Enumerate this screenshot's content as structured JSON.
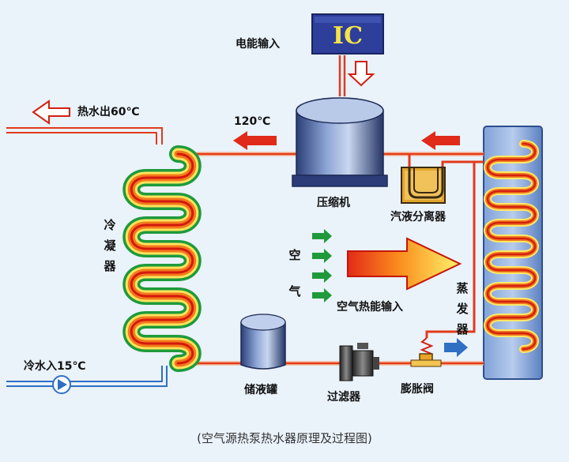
{
  "labels": {
    "power_input": "电能输入",
    "ic": "IC",
    "hot_water_out": "热水出60℃",
    "temp_120": "120℃",
    "compressor": "压缩机",
    "gas_liquid_separator": "汽液分离器",
    "condenser_chars": [
      "冷",
      "凝",
      "器"
    ],
    "air_chars": [
      "空",
      "气"
    ],
    "air_heat_input": "空气热能输入",
    "evaporator_chars": [
      "蒸",
      "发",
      "器"
    ],
    "cold_water_in": "冷水入15℃",
    "liquid_receiver": "储液罐",
    "filter": "过滤器",
    "expansion_valve": "膨胀阀",
    "caption": "(空气源热泵热水器原理及过程图)"
  },
  "colors": {
    "background": "#eaf2fa",
    "pipe": "#e23a1c",
    "hot_arrow": "#e02a1a",
    "cold_arrow": "#2f6fc4",
    "air_arrow": "#1f9a3a",
    "ic_box": "#2d3f9a",
    "ic_text": "#f6e34a"
  }
}
